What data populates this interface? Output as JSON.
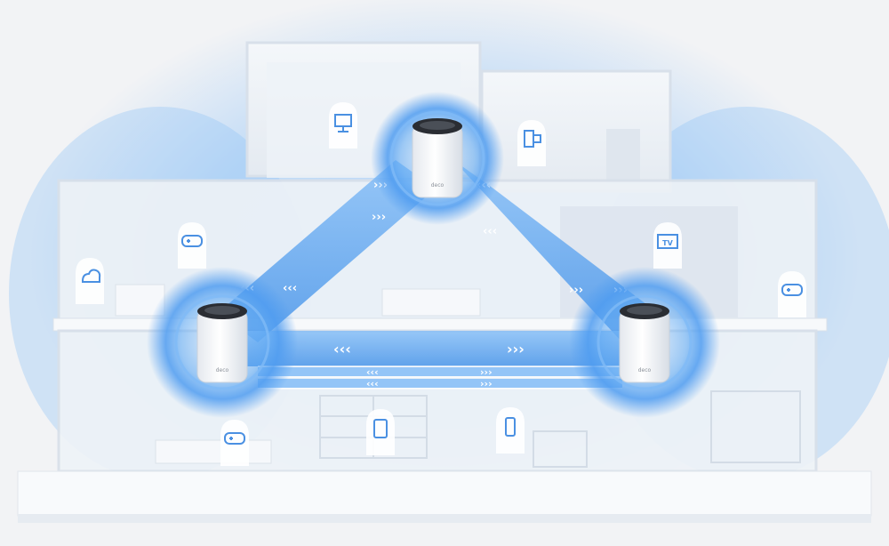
{
  "scene": {
    "description_hidden": "",
    "routers": [
      {
        "id": "top",
        "logo": "deco"
      },
      {
        "id": "left",
        "logo": "deco"
      },
      {
        "id": "right",
        "logo": "deco"
      }
    ],
    "device_icons": [
      {
        "name": "monitor-icon"
      },
      {
        "name": "computer-icon"
      },
      {
        "name": "cloud-storage-icon"
      },
      {
        "name": "gamepad-icon"
      },
      {
        "name": "tv-icon",
        "label": "TV"
      },
      {
        "name": "gamepad-icon"
      },
      {
        "name": "gamepad-icon"
      },
      {
        "name": "tablet-icon"
      },
      {
        "name": "phone-icon"
      }
    ],
    "colors": {
      "glow": "#4f9cf0",
      "beam": "#5aa8f5",
      "beam_dark": "#3f8fe8",
      "wall": "#e9eef4",
      "arrow": "#ffffff"
    }
  }
}
